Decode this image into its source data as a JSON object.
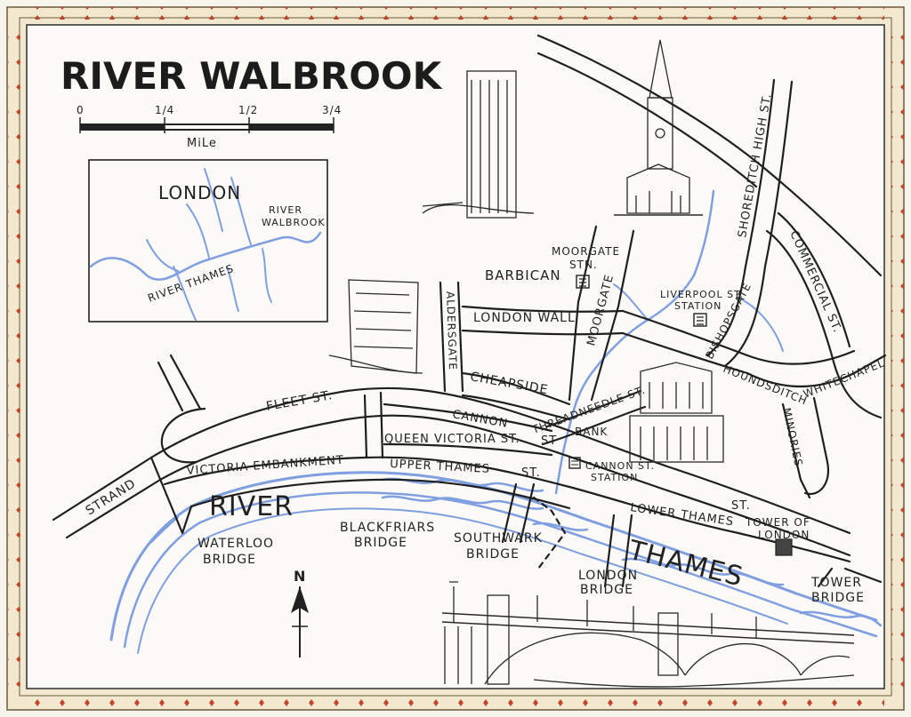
{
  "title": "RIVER WALBROOK",
  "scale": {
    "ticks": [
      "0",
      "1/4",
      "1/2",
      "3/4"
    ],
    "unit": "MiLe"
  },
  "inset": {
    "city": "LONDON",
    "walbrook_1": "RIVER",
    "walbrook_2": "WALBROOK",
    "thames": "RIVER THAMES"
  },
  "river": {
    "word1": "RIVER",
    "word2": "THAMES",
    "color": "#7f9fe0"
  },
  "streets": {
    "fleet": "FLEET ST.",
    "strand": "STRAND",
    "embankment": "VICTORIA EMBANKMENT",
    "queen_victoria": "QUEEN VICTORIA ST.",
    "upper_thames": "UPPER THAMES",
    "upper_thames_st": "ST.",
    "cannon": "CANNON",
    "cannon_st": "ST",
    "cheapside": "CHEAPSIDE",
    "threadneedle": "THREADNEEDLE ST.",
    "london_wall": "LONDON WALL",
    "aldersgate": "ALDERSGATE",
    "moorgate": "MOORGATE",
    "bishopsgate": "BISHOPSGATE",
    "houndsditch": "HOUNDSDITCH",
    "whitechapel": "WHITECHAPEL",
    "minories": "MINORIES",
    "commercial": "COMMERCIAL ST.",
    "shoreditch": "SHOREDITCH HIGH ST.",
    "lower_thames": "LOWER THAMES",
    "lower_thames_st": "ST."
  },
  "places": {
    "barbican": "BARBICAN",
    "moorgate_stn_1": "MOORGATE",
    "moorgate_stn_2": "STN.",
    "liverpool_1": "LIVERPOOL ST.",
    "liverpool_2": "STATION",
    "bank": "BANK",
    "cannon_stn_1": "CANNON ST.",
    "cannon_stn_2": "STATION",
    "tower_1": "TOWER OF",
    "tower_2": "LONDON"
  },
  "bridges": {
    "waterloo_1": "WATERLOO",
    "waterloo_2": "BRIDGE",
    "blackfriars_1": "BLACKFRIARS",
    "blackfriars_2": "BRIDGE",
    "southwark_1": "SOUTHWARK",
    "southwark_2": "BRIDGE",
    "london_1": "LONDON",
    "london_2": "BRIDGE",
    "tower_1": "TOWER",
    "tower_2": "BRIDGE"
  },
  "north": "N"
}
